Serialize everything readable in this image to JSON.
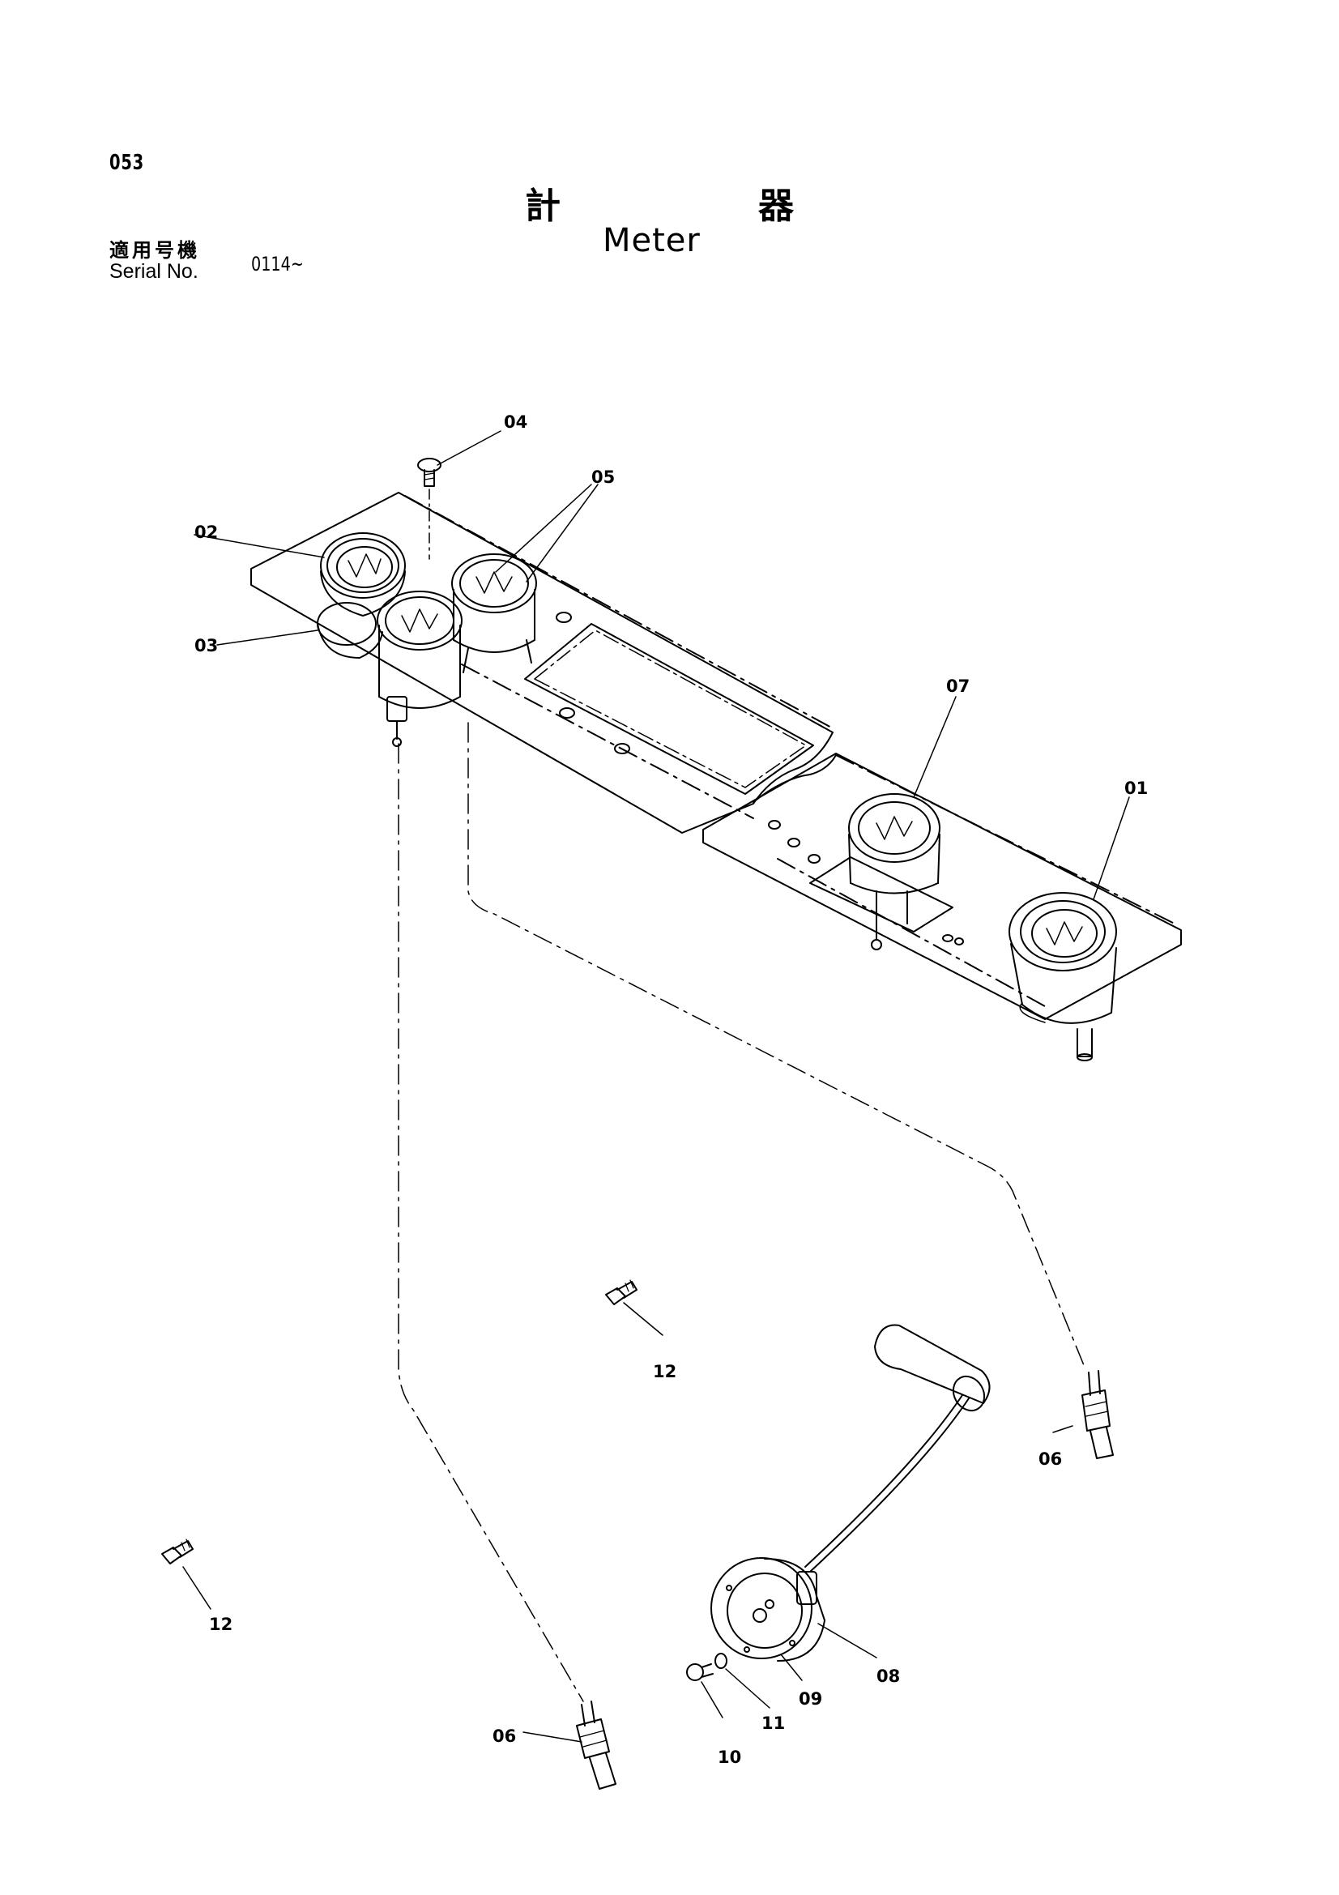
{
  "header": {
    "page_number": "053",
    "title_jp_left": "計",
    "title_jp_right": "器",
    "title_en": "Meter",
    "serial_label_jp": "適用号機",
    "serial_label_en": "Serial No.",
    "serial_value": "0114~"
  },
  "callouts": {
    "c01": "01",
    "c02": "02",
    "c03": "03",
    "c04": "04",
    "c05": "05",
    "c06a": "06",
    "c06b": "06",
    "c07": "07",
    "c08": "08",
    "c09": "09",
    "c10": "10",
    "c11": "11",
    "c12a": "12",
    "c12b": "12"
  }
}
